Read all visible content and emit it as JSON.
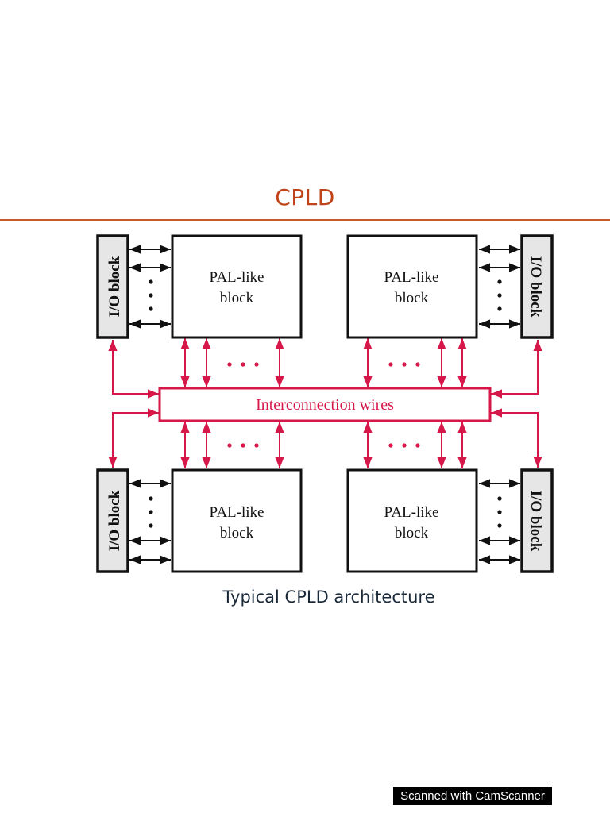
{
  "header": {
    "title": "CPLD"
  },
  "diagram": {
    "pal_block_label": [
      "PAL-like",
      "block"
    ],
    "io_block_label": "I/O block",
    "interconnect_label": "Interconnection wires",
    "caption": "Typical CPLD architecture",
    "colors": {
      "interconnect": "#d6174a",
      "line": "#111111",
      "io_fill": "#e6e6e6"
    }
  },
  "footer": {
    "badge": "Scanned with CamScanner"
  }
}
